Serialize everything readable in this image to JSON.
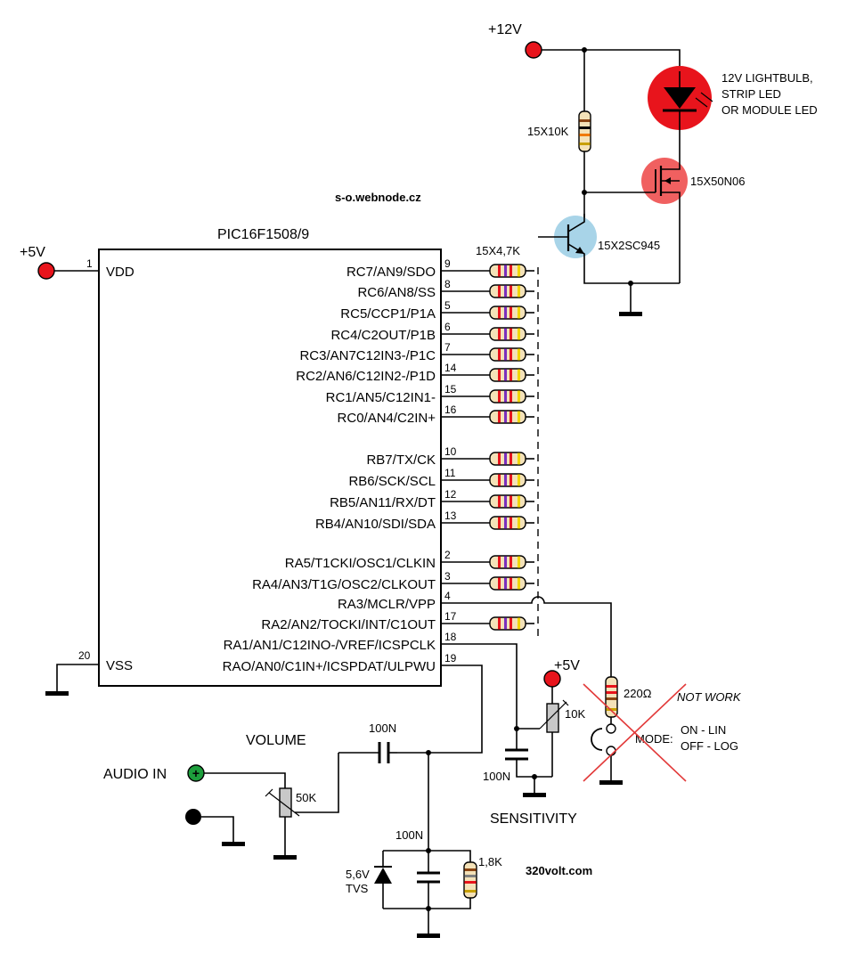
{
  "chip": {
    "name": "PIC16F1508/9",
    "vdd_pin": {
      "num": "1",
      "label": "VDD"
    },
    "vss_pin": {
      "num": "20",
      "label": "VSS"
    },
    "pins": [
      {
        "num": "9",
        "label": "RC7/AN9/SDO",
        "resistor": true
      },
      {
        "num": "8",
        "label": "RC6/AN8/SS",
        "resistor": true
      },
      {
        "num": "5",
        "label": "RC5/CCP1/P1A",
        "resistor": true
      },
      {
        "num": "6",
        "label": "RC4/C2OUT/P1B",
        "resistor": true
      },
      {
        "num": "7",
        "label": "RC3/AN7C12IN3-/P1C",
        "resistor": true
      },
      {
        "num": "14",
        "label": "RC2/AN6/C12IN2-/P1D",
        "resistor": true
      },
      {
        "num": "15",
        "label": "RC1/AN5/C12IN1-",
        "resistor": true
      },
      {
        "num": "16",
        "label": "RC0/AN4/C2IN+",
        "resistor": true
      },
      {
        "num": "10",
        "label": "RB7/TX/CK",
        "resistor": true
      },
      {
        "num": "11",
        "label": "RB6/SCK/SCL",
        "resistor": true
      },
      {
        "num": "12",
        "label": "RB5/AN11/RX/DT",
        "resistor": true
      },
      {
        "num": "13",
        "label": "RB4/AN10/SDI/SDA",
        "resistor": true
      },
      {
        "num": "2",
        "label": "RA5/T1CKI/OSC1/CLKIN",
        "resistor": true
      },
      {
        "num": "3",
        "label": "RA4/AN3/T1G/OSC2/CLKOUT",
        "resistor": true
      },
      {
        "num": "4",
        "label": "RA3/MCLR/VPP",
        "resistor": false
      },
      {
        "num": "17",
        "label": "RA2/AN2/TOCKI/INT/C1OUT",
        "resistor": true
      },
      {
        "num": "18",
        "label": "RA1/AN1/C12INO-/VREF/ICSPCLK",
        "resistor": false
      },
      {
        "num": "19",
        "label": "RAO/AN0/C1IN+/ICSPDAT/ULPWU",
        "resistor": false
      }
    ]
  },
  "supply": {
    "plus12": "+12V",
    "plus5_left": "+5V",
    "plus5_sens": "+5V"
  },
  "labels": {
    "site_top": "s-o.webnode.cz",
    "site_bottom": "320volt.com",
    "resistor_bank": "15X4,7K",
    "pullup": "15X10K",
    "mosfet": "15X50N06",
    "transistor": "15X2SC945",
    "led_line1": "12V LIGHTBULB,",
    "led_line2": "STRIP LED",
    "led_line3": "OR MODULE LED",
    "r220": "220Ω",
    "not_work": "NOT WORK",
    "mode": "MODE:",
    "mode_on": "ON - LIN",
    "mode_off": "OFF - LOG",
    "pot10k": "10K",
    "cap_sens": "100N",
    "sensitivity": "SENSITIVITY",
    "volume": "VOLUME",
    "audio_in": "AUDIO IN",
    "pot50k": "50K",
    "cap_coupling": "100N",
    "cap_filter": "100N",
    "tvs_line1": "5,6V",
    "tvs_line2": "TVS",
    "r1k8": "1,8K"
  },
  "colors": {
    "supply_red": "#e8141c",
    "led_red": "#e8141c",
    "mosfet_pink": "#f06060",
    "npn_blue": "#a8d4e8",
    "audio_green": "#1d9e3c",
    "cross": "#e23a3a"
  }
}
